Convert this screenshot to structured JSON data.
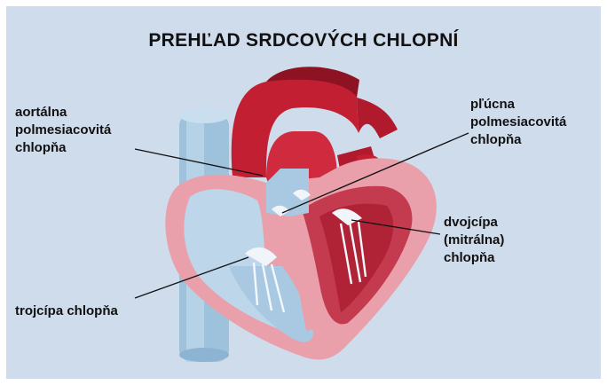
{
  "title": "PREHĽAD SRDCOVÝCH CHLOPNÍ",
  "labels": {
    "aortic": [
      "aortálna",
      "polmesiacovitá",
      "chlopňa"
    ],
    "pulmonary": [
      "pľúcna",
      "polmesiacovitá",
      "chlopňa"
    ],
    "mitral": [
      "dvojcípa",
      "(mitrálna)",
      "chlopňa"
    ],
    "tricuspid": [
      "trojcípa chlopňa"
    ]
  },
  "colors": {
    "panel": "#cfdcec",
    "heart_wall": "#e9a0aa",
    "artery_red": "#c21f32",
    "artery_dark": "#8e1322",
    "vein_blue": "#9fc2dc",
    "chamber_blue": "#bdd6ea",
    "chamber_red": "#c43a4e"
  },
  "icons": [
    "heart-illustration"
  ]
}
